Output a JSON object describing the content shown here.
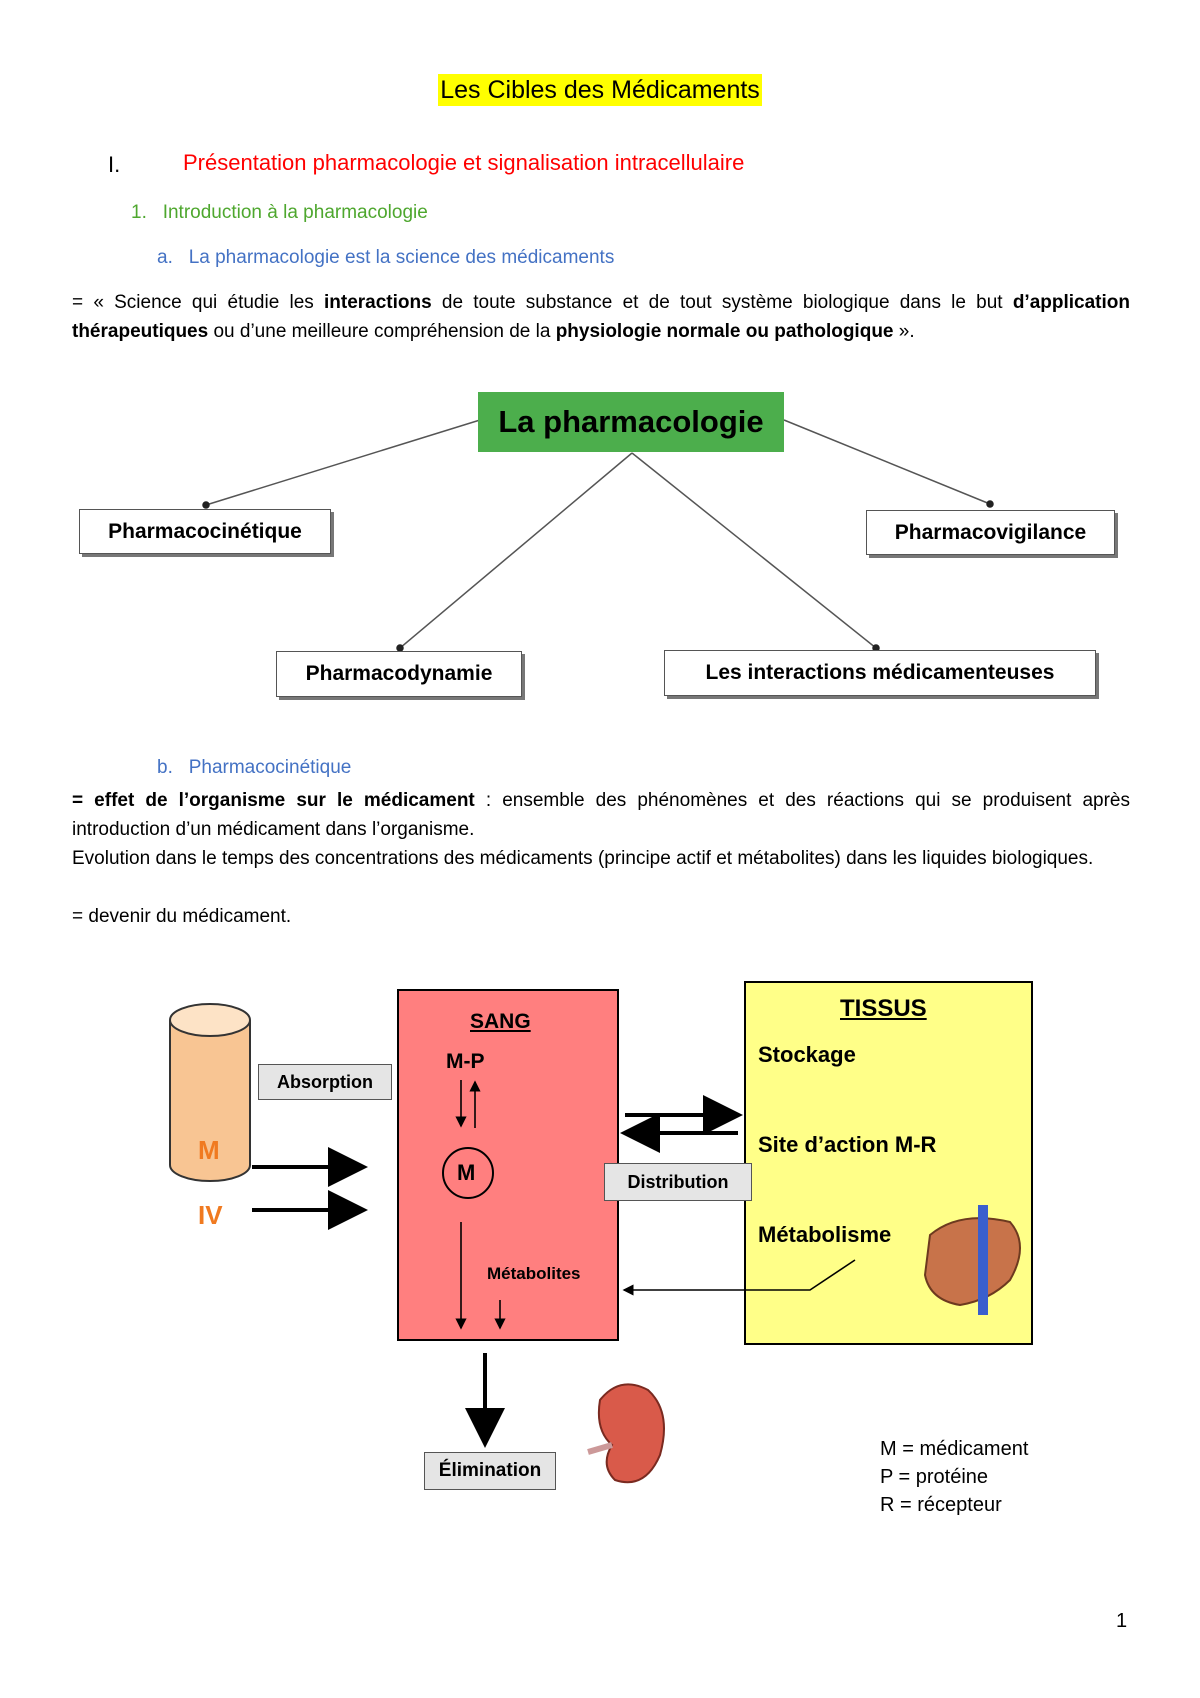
{
  "title": "Les Cibles des Médicaments",
  "section1": {
    "number": "I.",
    "title": "Présentation pharmacologie et signalisation intracellulaire"
  },
  "sub1": {
    "number": "1.",
    "title": "Introduction à la pharmacologie"
  },
  "suba": {
    "number": "a.",
    "title": "La pharmacologie est la science des médicaments"
  },
  "def_a": {
    "p1": "= « Science qui étudie les ",
    "b1": "interactions",
    "p2": " de toute substance et de tout système biologique dans le but ",
    "b2": "d’application thérapeutiques",
    "p3": " ou d’une meilleure compréhension de la ",
    "b3": "physiologie normale ou pathologique",
    "p4": " »."
  },
  "diagram1": {
    "root": "La pharmacologie",
    "children": [
      "Pharmacocinétique",
      "Pharmacovigilance",
      "Pharmacodynamie",
      "Les interactions médicamenteuses"
    ]
  },
  "subb": {
    "number": "b.",
    "title": "Pharmacocinétique"
  },
  "def_b": {
    "b1": "= effet de l’organisme sur le médicament",
    "p1": " : ensemble des phénomènes et des réactions qui se produisent après introduction d’un médicament dans l’organisme.",
    "p2": "Evolution dans le temps des concentrations des médicaments (principe actif et métabolites) dans les liquides biologiques.",
    "p3": "= devenir du médicament."
  },
  "diagram2": {
    "sang": "SANG",
    "mp": "M-P",
    "m_circle": "M",
    "metabolites": "Métabolites",
    "tissus": "TISSUS",
    "stockage": "Stockage",
    "site_action": "Site d’action M-R",
    "metabolisme": "Métabolisme",
    "absorption": "Absorption",
    "distribution": "Distribution",
    "elimination": "Élimination",
    "route_m": "M",
    "route_iv": "IV",
    "legend": [
      "M = médicament",
      "P = protéine",
      "R = récepteur"
    ]
  },
  "page_number": "1",
  "colors": {
    "title_highlight": "#ffff00",
    "section_red": "#ff0000",
    "sub_green": "#4ea72e",
    "sub_blue": "#4472c4",
    "root_green": "#4cae4c",
    "sang_fill": "#ff7f7f",
    "tissus_fill": "#ffff88"
  }
}
